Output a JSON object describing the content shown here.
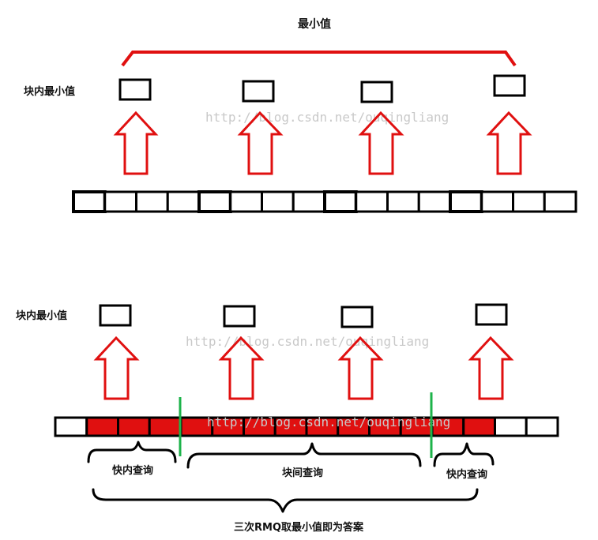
{
  "top": {
    "title": "最小值",
    "block_min_label": "块内最小值",
    "watermark": "http://blog.csdn.net/ouqingliang"
  },
  "bottom": {
    "block_min_label": "块内最小值",
    "watermark_upper": "http://blog.csdn.net/ouqingliang",
    "watermark_lower": "http://blog.csdn.net/ouqingliang",
    "label_left_in_block": "快内查询",
    "label_between_blocks": "块间查询",
    "label_right_in_block": "快内查询",
    "conclusion": "三次RMQ取最小值即为答案"
  },
  "colors": {
    "bracket": "#e01010",
    "arrow": "#e01010",
    "cell_fill_red": "#e01010",
    "divider": "#1db34a",
    "outline": "#000000"
  },
  "array_top": {
    "cells": 16,
    "block_size": 4
  },
  "array_bottom": {
    "cells": 16,
    "highlighted": [
      false,
      true,
      true,
      true,
      true,
      true,
      true,
      true,
      true,
      true,
      true,
      true,
      true,
      true,
      false,
      false
    ]
  }
}
